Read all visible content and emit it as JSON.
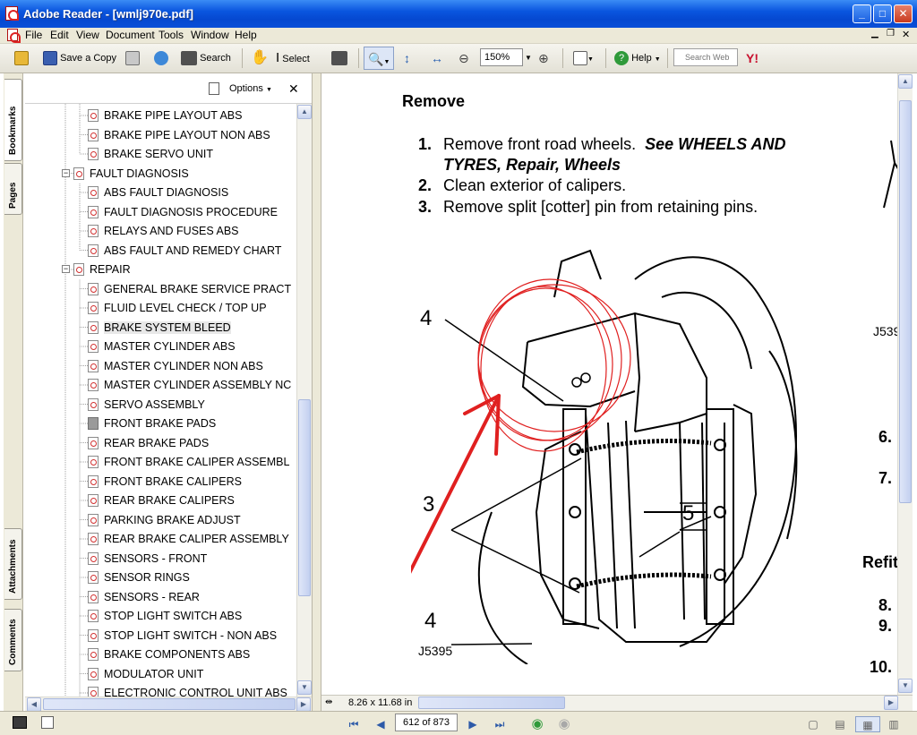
{
  "window": {
    "title": "Adobe Reader - [wmlj970e.pdf]",
    "min": "_",
    "max": "□",
    "close": "✕"
  },
  "menu": [
    "File",
    "Edit",
    "View",
    "Document",
    "Tools",
    "Window",
    "Help"
  ],
  "toolbar": {
    "save_copy": "Save a Copy",
    "search": "Search",
    "select": "Select",
    "zoom": "150%",
    "help": "Help",
    "search_web_placeholder": "Search Web"
  },
  "side_tabs": {
    "bookmarks": "Bookmarks",
    "pages": "Pages",
    "attachments": "Attachments",
    "comments": "Comments"
  },
  "bookmarks_panel": {
    "options": "Options",
    "items": [
      {
        "label": "BRAKE PIPE LAYOUT ABS",
        "level": 2
      },
      {
        "label": "BRAKE PIPE LAYOUT NON ABS",
        "level": 2
      },
      {
        "label": "BRAKE SERVO UNIT",
        "level": 2
      },
      {
        "label": "FAULT DIAGNOSIS",
        "level": 1
      },
      {
        "label": "ABS FAULT DIAGNOSIS",
        "level": 2
      },
      {
        "label": "FAULT DIAGNOSIS PROCEDURE",
        "level": 2
      },
      {
        "label": "RELAYS AND FUSES ABS",
        "level": 2
      },
      {
        "label": "ABS FAULT AND REMEDY CHART",
        "level": 2
      },
      {
        "label": "REPAIR",
        "level": 1
      },
      {
        "label": "GENERAL BRAKE SERVICE PRACT",
        "level": 2
      },
      {
        "label": "FLUID LEVEL CHECK / TOP UP",
        "level": 2
      },
      {
        "label": "BRAKE SYSTEM BLEED",
        "level": 2,
        "selected": true
      },
      {
        "label": "MASTER CYLINDER ABS",
        "level": 2
      },
      {
        "label": "MASTER CYLINDER NON ABS",
        "level": 2
      },
      {
        "label": "MASTER CYLINDER ASSEMBLY NC",
        "level": 2
      },
      {
        "label": "SERVO ASSEMBLY",
        "level": 2
      },
      {
        "label": "FRONT BRAKE PADS",
        "level": 2,
        "current": true
      },
      {
        "label": "REAR BRAKE PADS",
        "level": 2
      },
      {
        "label": "FRONT BRAKE CALIPER ASSEMBL",
        "level": 2
      },
      {
        "label": "FRONT BRAKE CALIPERS",
        "level": 2
      },
      {
        "label": "REAR BRAKE CALIPERS",
        "level": 2
      },
      {
        "label": "PARKING BRAKE ADJUST",
        "level": 2
      },
      {
        "label": "REAR BRAKE CALIPER ASSEMBLY",
        "level": 2
      },
      {
        "label": "SENSORS - FRONT",
        "level": 2
      },
      {
        "label": "SENSOR RINGS",
        "level": 2
      },
      {
        "label": "SENSORS - REAR",
        "level": 2
      },
      {
        "label": "STOP LIGHT SWITCH ABS",
        "level": 2
      },
      {
        "label": "STOP LIGHT SWITCH - NON ABS",
        "level": 2
      },
      {
        "label": "BRAKE COMPONENTS ABS",
        "level": 2
      },
      {
        "label": "MODULATOR UNIT",
        "level": 2
      },
      {
        "label": "ELECTRONIC CONTROL UNIT ABS",
        "level": 2
      }
    ]
  },
  "document": {
    "heading": "Remove",
    "steps": [
      {
        "num": "1.",
        "text": "Remove front road wheels.",
        "bold": "See WHEELS AND",
        "line2": "TYRES, Repair,  Wheels"
      },
      {
        "num": "2.",
        "text": "Clean exterior of calipers."
      },
      {
        "num": "3.",
        "text": "Remove split [cotter] pin from retaining pins."
      }
    ],
    "figure": {
      "callouts": [
        "4",
        "3",
        "5",
        "4"
      ],
      "ref": "J5395"
    },
    "right_col": {
      "ref": "J539",
      "nums": [
        "6.",
        "7.",
        "8.",
        "9.",
        "10."
      ],
      "refit": "Refit"
    }
  },
  "statusbar": {
    "page_size": "8.26 x 11.68 in",
    "page_indicator": "612 of 873"
  }
}
